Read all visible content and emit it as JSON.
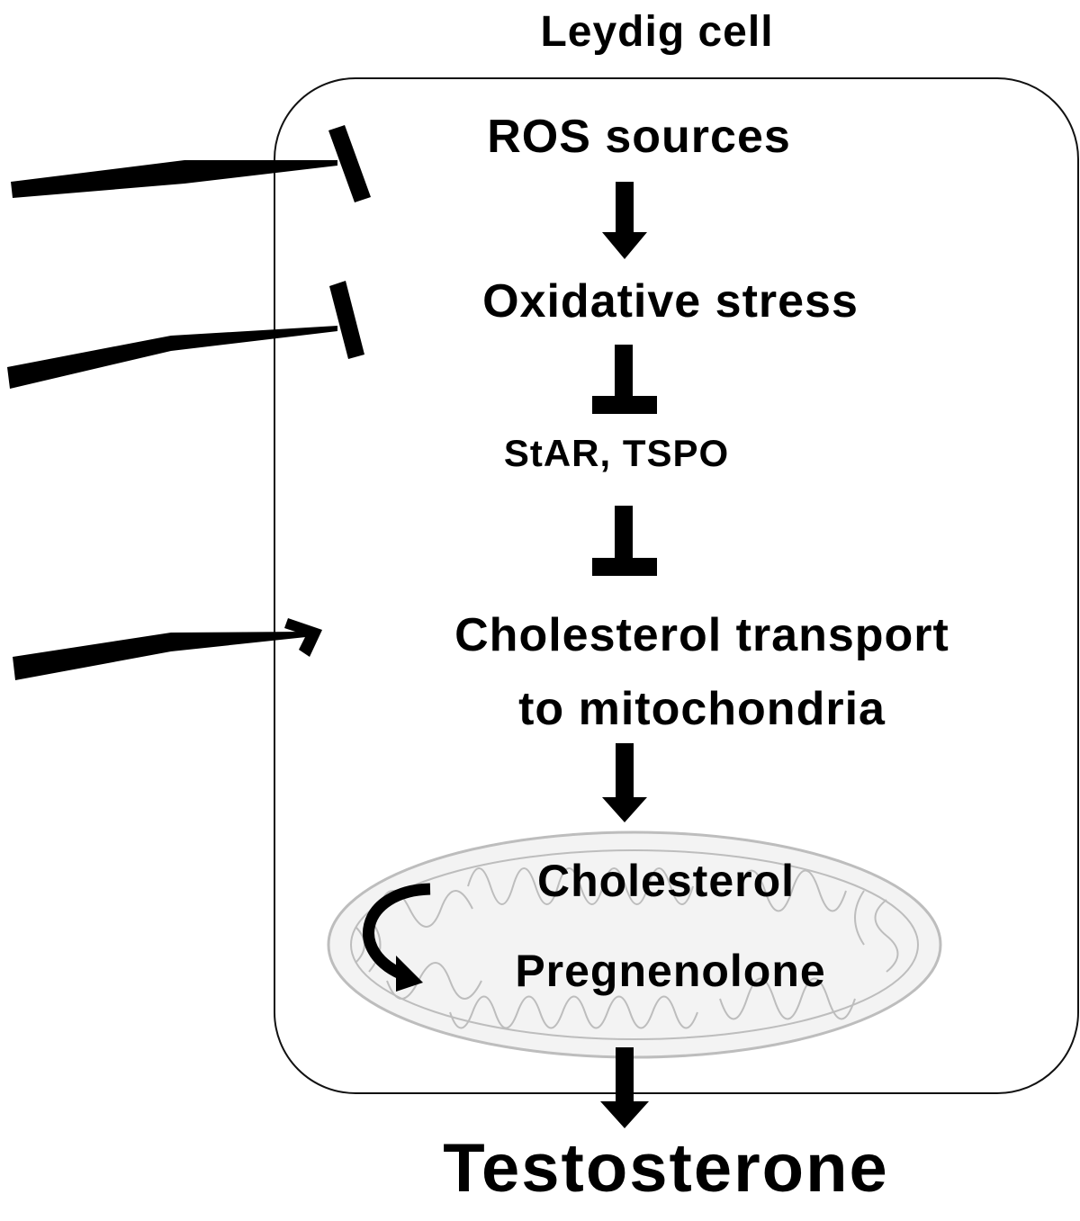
{
  "diagram": {
    "title": "Leydig cell",
    "nodes": {
      "ros_sources": "ROS sources",
      "oxidative_stress": "Oxidative stress",
      "star_tspo": "StAR, TSPO",
      "cholesterol_transport_line1": "Cholesterol transport",
      "cholesterol_transport_line2": "to mitochondria",
      "cholesterol": "Cholesterol",
      "pregnenolone": "Pregnenolone",
      "testosterone": "Testosterone"
    },
    "colors": {
      "ink": "#000000",
      "cell_border": "#111111",
      "mitochondrion": "#bdbdbd"
    }
  }
}
